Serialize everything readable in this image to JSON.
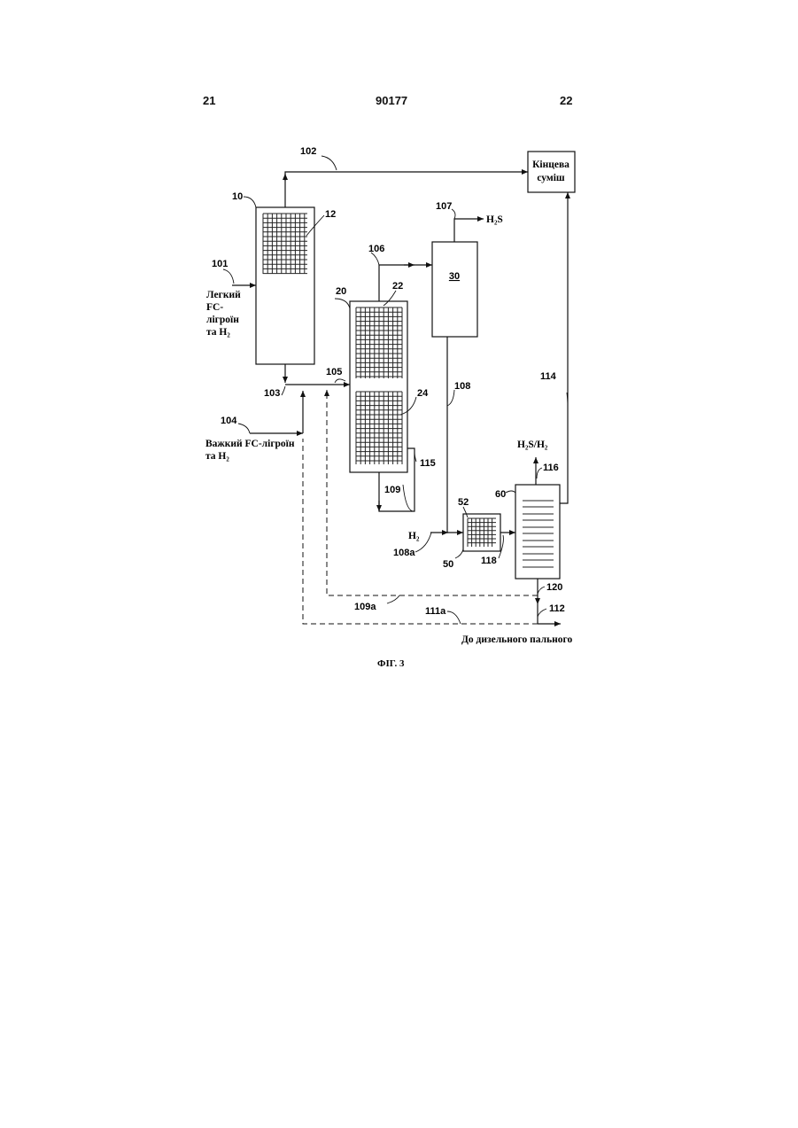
{
  "header": {
    "left": "21",
    "center": "90177",
    "right": "22"
  },
  "caption": "ФІГ. 3",
  "boxes": {
    "final_mix": [
      "Кінцева",
      "суміш"
    ],
    "unit30": "30"
  },
  "inputs": {
    "light": [
      "Легкий",
      "FC-",
      "лігроїн",
      "та H₂"
    ],
    "heavy": [
      "Важкий FC-лігроїн",
      "та H₂"
    ],
    "h2": "H₂"
  },
  "outputs": {
    "h2s": "H₂S",
    "h2s_h2": "H₂S/H₂",
    "diesel": "До дизельного пального"
  },
  "refs": {
    "r10": "10",
    "r12": "12",
    "r20": "20",
    "r22": "22",
    "r24": "24",
    "r50": "50",
    "r52": "52",
    "r60": "60",
    "r101": "101",
    "r102": "102",
    "r103": "103",
    "r104": "104",
    "r105": "105",
    "r106": "106",
    "r107": "107",
    "r108": "108",
    "r108a": "108a",
    "r109": "109",
    "r109a": "109a",
    "r111a": "111a",
    "r112": "112",
    "r114": "114",
    "r115": "115",
    "r116": "116",
    "r118": "118",
    "r120": "120"
  }
}
